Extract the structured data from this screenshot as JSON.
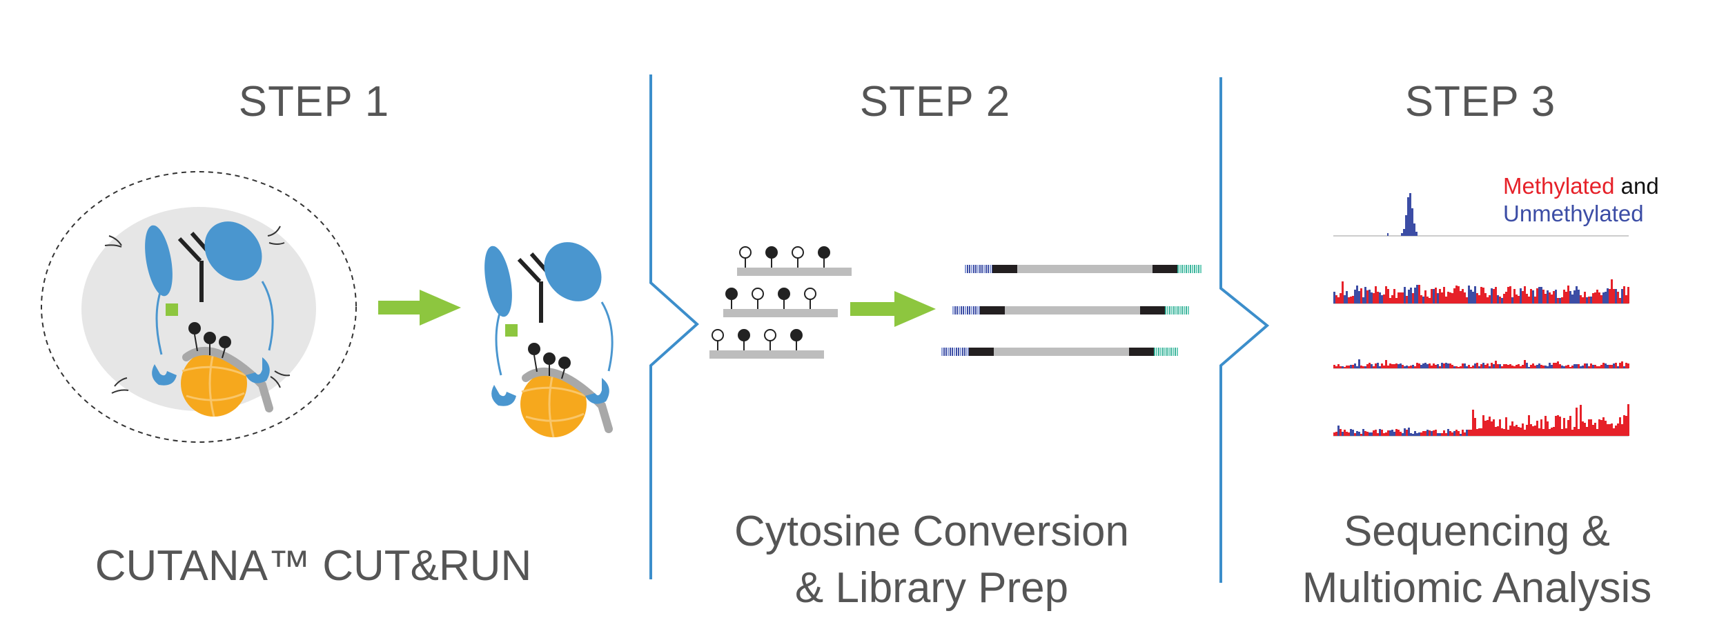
{
  "steps": [
    {
      "title": "STEP 1",
      "caption_lines": [
        "CUTANA™ CUT&RUN"
      ]
    },
    {
      "title": "STEP 2",
      "caption_lines": [
        "Cytosine Conversion",
        "& Library Prep"
      ]
    },
    {
      "title": "STEP 3",
      "caption_lines": [
        "Sequencing &",
        "Multiomic Analysis"
      ]
    }
  ],
  "legend": {
    "methylated_label": "Methylated",
    "and_label": "and",
    "unmethylated_label": "Unmethylated"
  },
  "colors": {
    "text": "#555555",
    "divider": "#3c8ecb",
    "arrow": "#8dc63f",
    "methylated": "#e62129",
    "unmethylated": "#3c4da5",
    "antibody_blue": "#4a96cf",
    "nucleosome": "#f6a81d",
    "read_gray": "#bdbdbd",
    "read_black": "#231f20",
    "adapter_teal": "#6dcdb9"
  }
}
